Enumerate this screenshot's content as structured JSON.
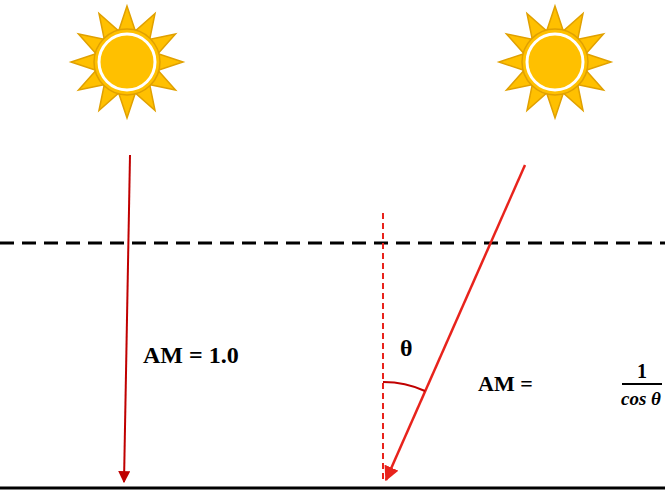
{
  "diagram": {
    "labels": [
      "AM = 1.0",
      "θ",
      "AM =",
      "1",
      "cos θ"
    ]
  }
}
